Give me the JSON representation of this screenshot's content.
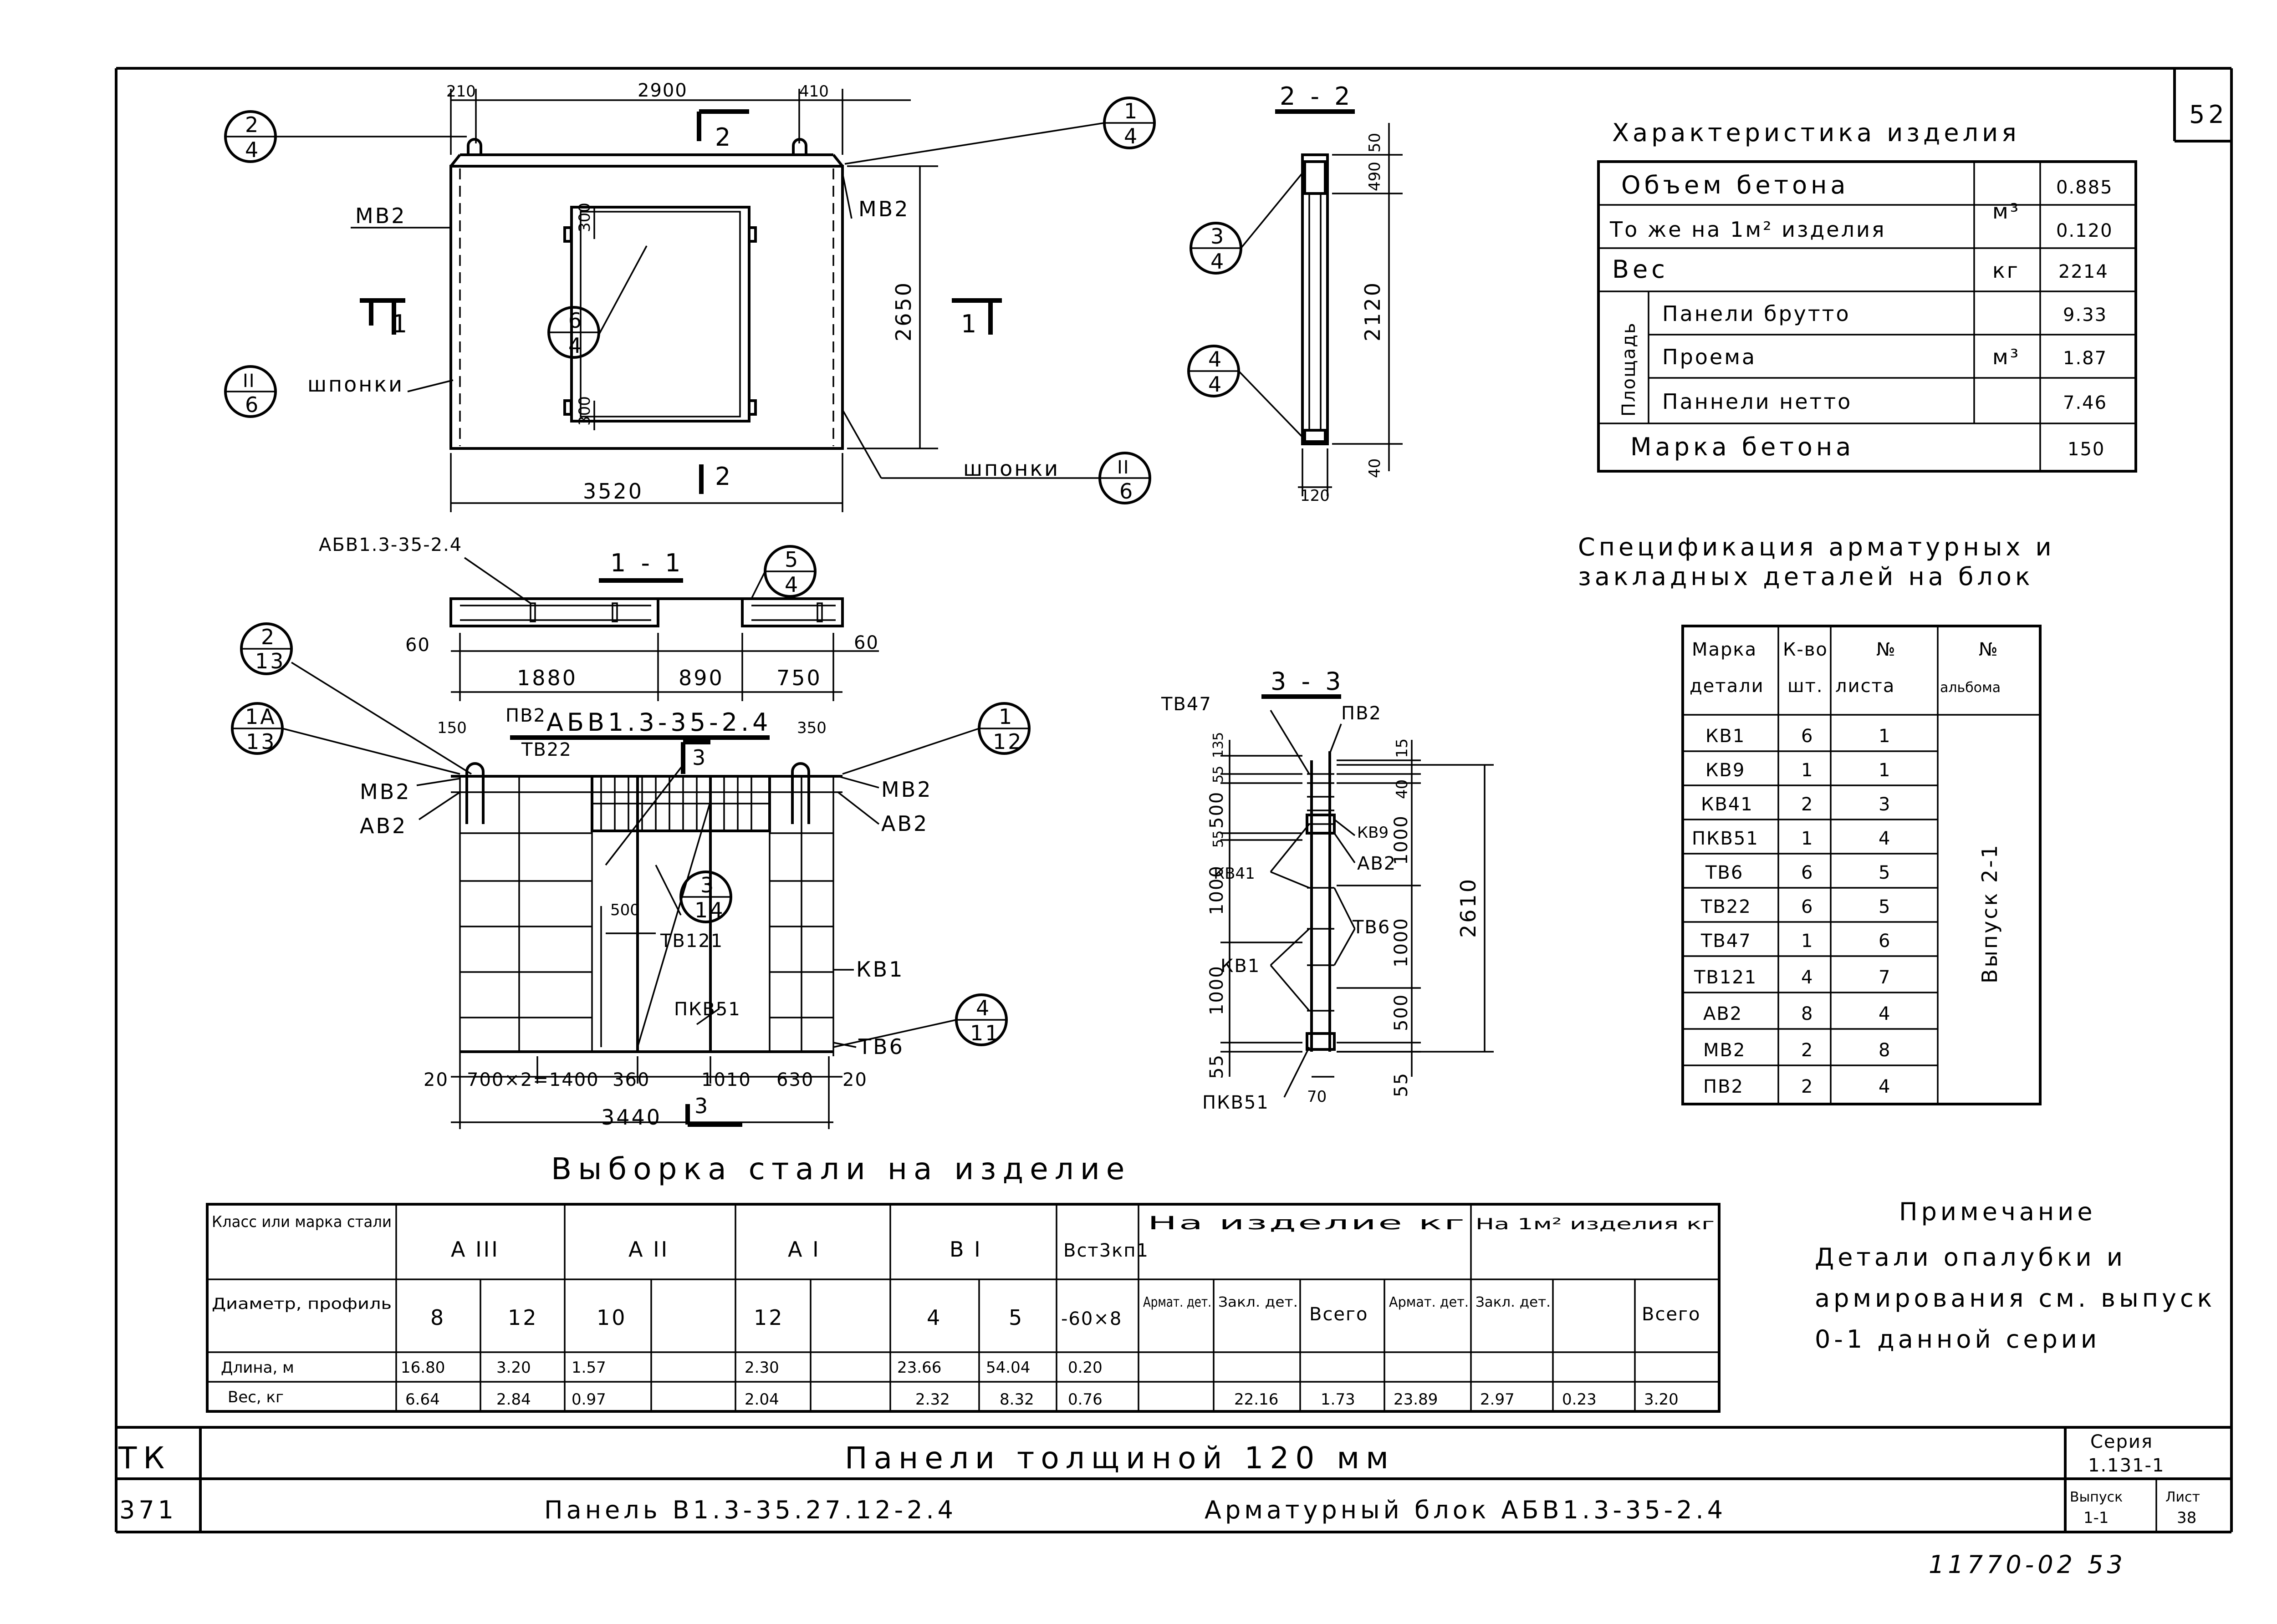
{
  "page_number": "52",
  "frame_code": {
    "top": "ТК",
    "bottom": "371"
  },
  "footer": {
    "title": "Панели толщиной 120 мм",
    "subtitle_left": "Панель В1.3-35.27.12-2.4",
    "subtitle_right": "Арматурный блок АБВ1.3-35-2.4",
    "series_label": "Серия",
    "series_value": "1.131-1",
    "issue_label": "Выпуск",
    "issue_value": "1-1",
    "sheet_label": "Лист",
    "sheet_value": "38"
  },
  "archive_no": "11770-02 53",
  "panel_view": {
    "dims": {
      "top_left": "210",
      "top_mid": "2900",
      "top_right": "410",
      "height": "2650",
      "width": "3520",
      "open_top": "300",
      "open_bottom": "300"
    },
    "section_marks": {
      "s1_left": "1",
      "s1_right": "1",
      "s2_top": "2",
      "s2_bottom": "2"
    },
    "labels": {
      "mv2_left": "МВ2",
      "mv2_right": "МВ2",
      "shponki_left": "шпонки",
      "shponki_right": "шпонки"
    },
    "callouts": [
      {
        "top": "2",
        "bottom": "4"
      },
      {
        "top": "1",
        "bottom": "4"
      },
      {
        "top": "6",
        "bottom": "4"
      },
      {
        "top": "II",
        "bottom": "6"
      },
      {
        "top": "II",
        "bottom": "6"
      }
    ]
  },
  "section_1_1": {
    "title": "1 - 1",
    "label": "АБВ1.3-35-2.4",
    "dims": [
      "60",
      "1880",
      "890",
      "750",
      "60"
    ],
    "callout": {
      "top": "5",
      "bottom": "4"
    }
  },
  "section_2_2": {
    "title": "2 - 2",
    "dims": {
      "top": "50",
      "upper": "490",
      "height": "2120",
      "bottom": "40",
      "width": "120"
    },
    "callouts": [
      {
        "top": "3",
        "bottom": "4"
      },
      {
        "top": "4",
        "bottom": "4"
      }
    ]
  },
  "block_view": {
    "title": "АБВ1.3-35-2.4",
    "labels": {
      "pv2": "ПВ2",
      "tv22": "ТВ22",
      "mv2_left": "МВ2",
      "av2_left": "АВ2",
      "mv2_right": "МВ2",
      "av2_right": "АВ2",
      "tv121": "ТВ121",
      "kv1": "КВ1",
      "pkv51": "ПКВ51",
      "tv6": "ТВ6"
    },
    "dims": {
      "left_top": "150",
      "right_top": "350",
      "mid": "500",
      "b20a": "20",
      "b700": "700×2=1400",
      "b360": "360",
      "b1010": "1010",
      "b630": "630",
      "b20b": "20",
      "total": "3440"
    },
    "section_mark": "3",
    "callouts": [
      {
        "top": "2",
        "bottom": "13"
      },
      {
        "top": "1А",
        "bottom": "13"
      },
      {
        "top": "1",
        "bottom": "12"
      },
      {
        "top": "3",
        "bottom": "14"
      },
      {
        "top": "4",
        "bottom": "11"
      }
    ]
  },
  "section_3_3": {
    "title": "3 - 3",
    "labels": {
      "tv47": "ТВ47",
      "pv2": "ПВ2",
      "kv9": "КВ9",
      "av2": "АВ2",
      "kv41": "КВ41",
      "tv6": "ТВ6",
      "kv1": "КВ1",
      "pkv51": "ПКВ51"
    },
    "dims_left": [
      "135",
      "55",
      "500",
      "55",
      "1000",
      "1000",
      "55"
    ],
    "dims_right": [
      "15",
      "40",
      "1000",
      "1000",
      "500",
      "55"
    ],
    "total": "2610",
    "bottom": "70"
  },
  "characteristics": {
    "title": "Характеристика изделия",
    "rows": [
      {
        "name": "Объем бетона",
        "unit": "м³",
        "value": "0.885"
      },
      {
        "name": "То же на 1м² изделия",
        "unit": "",
        "value": "0.120"
      },
      {
        "name": "Вес",
        "unit": "кг",
        "value": "2214"
      },
      {
        "name": "Панели брутто",
        "unit": "м³",
        "value": "9.33"
      },
      {
        "name": "Проема",
        "unit": "",
        "value": "1.87"
      },
      {
        "name": "Паннели нетто",
        "unit": "",
        "value": "7.46"
      },
      {
        "name": "Марка бетона",
        "unit": "",
        "value": "150"
      }
    ],
    "area_label": "Площадь"
  },
  "spec": {
    "title_line1": "Спецификация арматурных и",
    "title_line2": "закладных деталей на блок",
    "headers": [
      [
        "Марка",
        "детали"
      ],
      [
        "К-во",
        "шт."
      ],
      [
        "№",
        "листа"
      ],
      [
        "№",
        "альбома"
      ]
    ],
    "rows": [
      [
        "КВ1",
        "6",
        "1"
      ],
      [
        "КВ9",
        "1",
        "1"
      ],
      [
        "КВ41",
        "2",
        "3"
      ],
      [
        "ПКВ51",
        "1",
        "4"
      ],
      [
        "ТВ6",
        "6",
        "5"
      ],
      [
        "ТВ22",
        "6",
        "5"
      ],
      [
        "ТВ47",
        "1",
        "6"
      ],
      [
        "ТВ121",
        "4",
        "7"
      ],
      [
        "АВ2",
        "8",
        "4"
      ],
      [
        "МВ2",
        "2",
        "8"
      ],
      [
        "ПВ2",
        "2",
        "4"
      ]
    ],
    "album": "Выпуск 2-1"
  },
  "steel": {
    "title": "Выборка стали на изделие",
    "class_label": "Класс или марка стали",
    "classes": [
      "А III",
      "А II",
      "А I",
      "В I",
      "Вст3кп1"
    ],
    "per_item": "На изделие кг",
    "per_m2": "На 1м² изделия кг",
    "diameter_label": "Диаметр, профиль",
    "length_label": "Длина, м",
    "weight_label": "Вес, кг",
    "diameters": [
      "8",
      "12",
      "10",
      "",
      "12",
      "",
      "4",
      "5",
      "-60×8"
    ],
    "lengths": [
      "16.80",
      "3.20",
      "1.57",
      "",
      "2.30",
      "",
      "23.66",
      "54.04",
      "0.20"
    ],
    "weights": [
      "6.64",
      "2.84",
      "0.97",
      "",
      "2.04",
      "",
      "2.32",
      "8.32",
      "0.76"
    ],
    "sum_headers": [
      "Армат. дет.",
      "Закл. дет.",
      "Всего",
      "Армат. дет.",
      "Закл. дет.",
      "Всего"
    ],
    "sum_values": [
      "22.16",
      "1.73",
      "23.89",
      "2.97",
      "0.23",
      "3.20"
    ]
  },
  "note": {
    "title": "Примечание",
    "lines": [
      "Детали опалубки и",
      "армирования см. выпуск",
      "0-1 данной серии"
    ]
  }
}
